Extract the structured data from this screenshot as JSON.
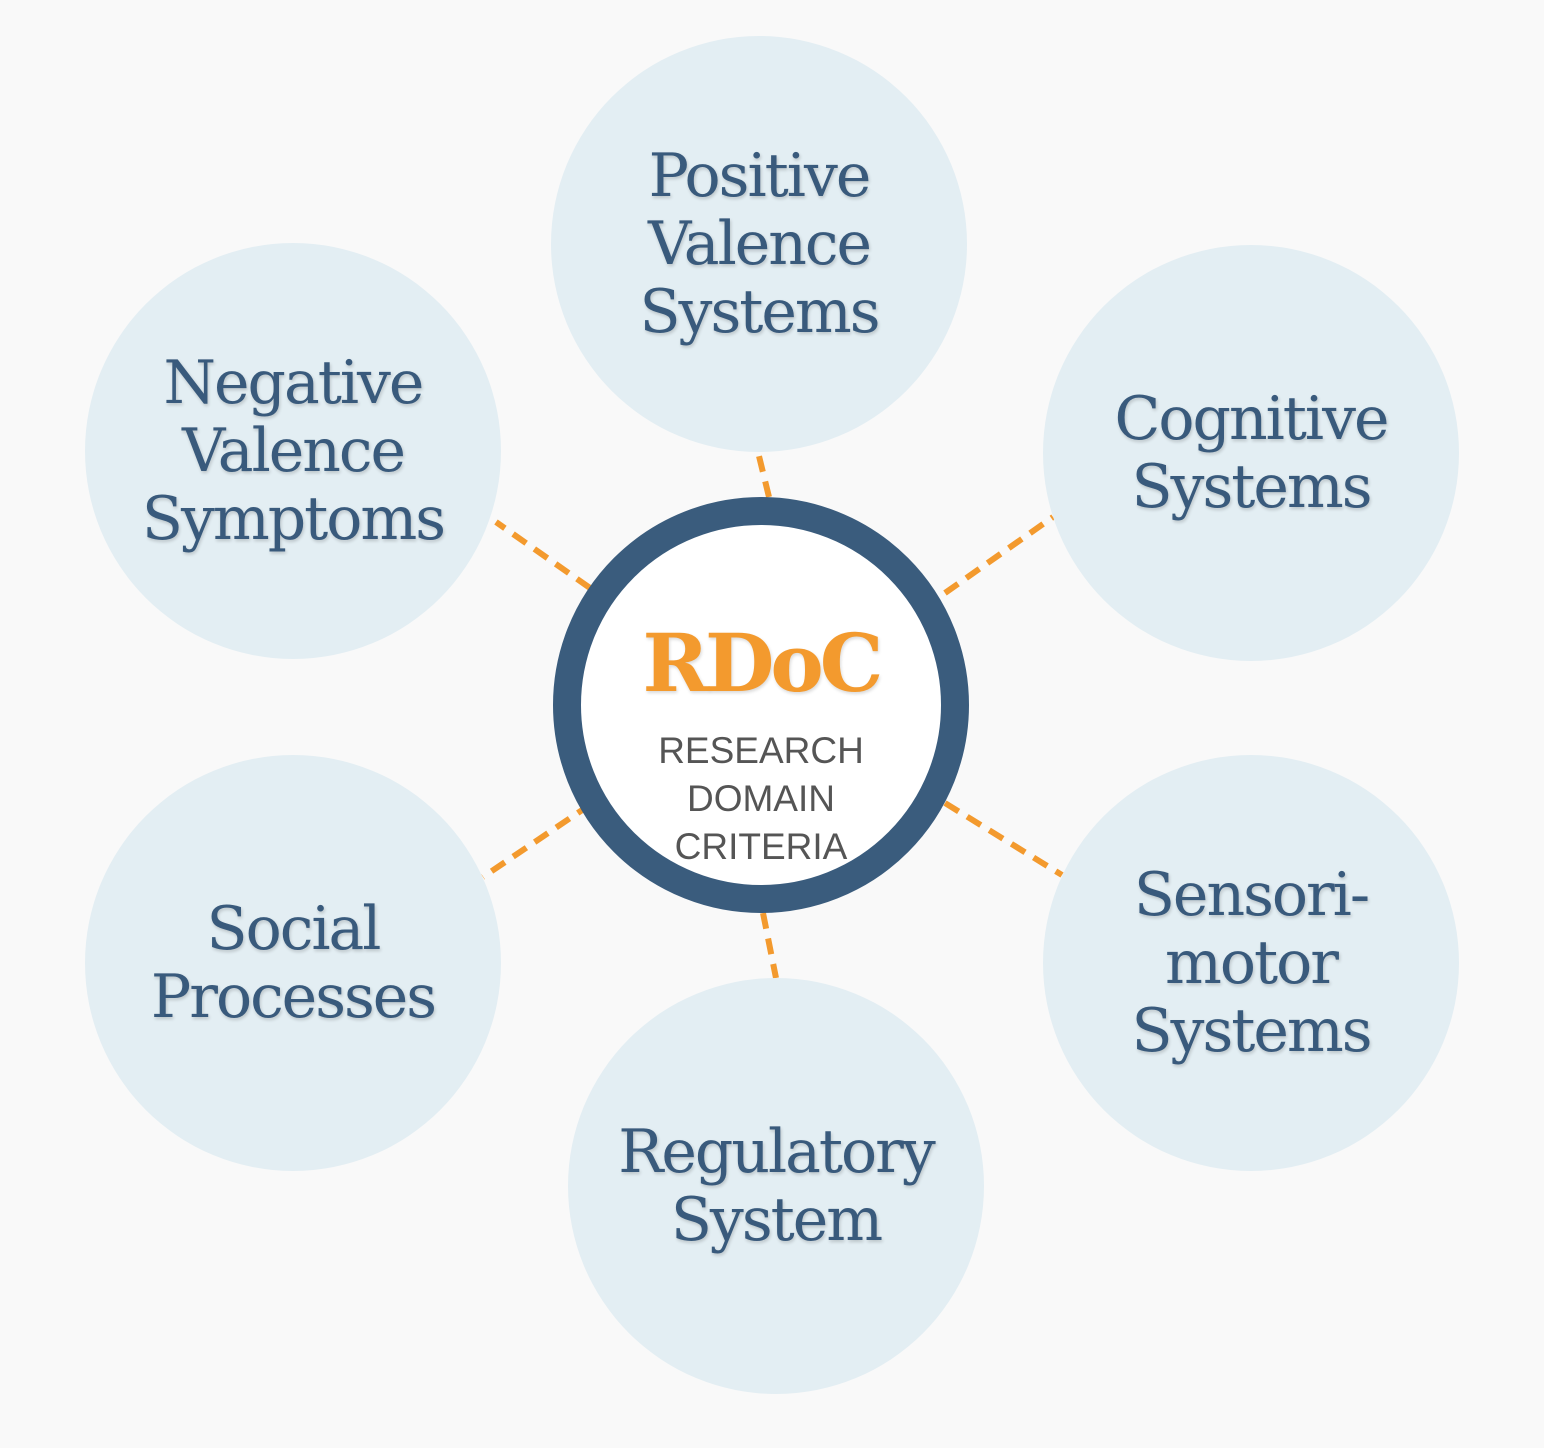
{
  "diagram": {
    "center": {
      "acronym": "RDoC",
      "subtitle": "RESEARCH\nDOMAIN\nCRITERIA"
    },
    "domains": [
      {
        "id": "positive",
        "label": "Positive\nValence\nSystems"
      },
      {
        "id": "cognitive",
        "label": "Cognitive\nSystems"
      },
      {
        "id": "sensorimotor",
        "label": "Sensori-\nmotor\nSystems"
      },
      {
        "id": "regulatory",
        "label": "Regulatory\nSystem"
      },
      {
        "id": "social",
        "label": "Social\nProcesses"
      },
      {
        "id": "negative",
        "label": "Negative\nValence\nSymptoms"
      }
    ],
    "colors": {
      "background": "#f9f9f9",
      "domain_fill": "#e3eef3",
      "domain_text": "#395a7c",
      "hub_ring": "#3a5c7d",
      "accent": "#f39a2e",
      "subtitle_text": "#555555"
    }
  }
}
